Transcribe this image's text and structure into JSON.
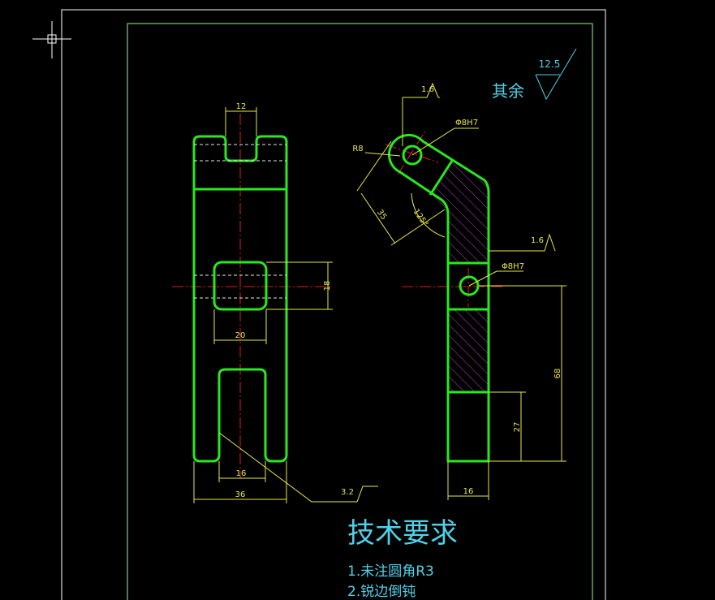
{
  "roughness": {
    "general_label": "其余",
    "general_value": "12.5",
    "surface_right_bore": "1.6",
    "surface_top_bore": "1.6",
    "surface_bottom": "3.2"
  },
  "dimensions": {
    "slot_top_width": "12",
    "window_height": "18",
    "window_width": "20",
    "slot_bottom_width": "16",
    "overall_width": "36",
    "radius_top": "R8",
    "bore_top": "Φ8H7",
    "bore_mid": "Φ8H7",
    "arm_length": "35",
    "arm_angle": "125°",
    "height_68": "68",
    "height_27": "27",
    "thickness": "16"
  },
  "requirements": {
    "title": "技术要求",
    "items": [
      "1.未注圆角R3",
      "2.锐边倒钝"
    ]
  },
  "colors": {
    "outline": "#29e81f",
    "dimension": "#e8e84a",
    "center": "#e01b1b",
    "text": "#4fd1e8",
    "hatch": "#c040d0"
  }
}
